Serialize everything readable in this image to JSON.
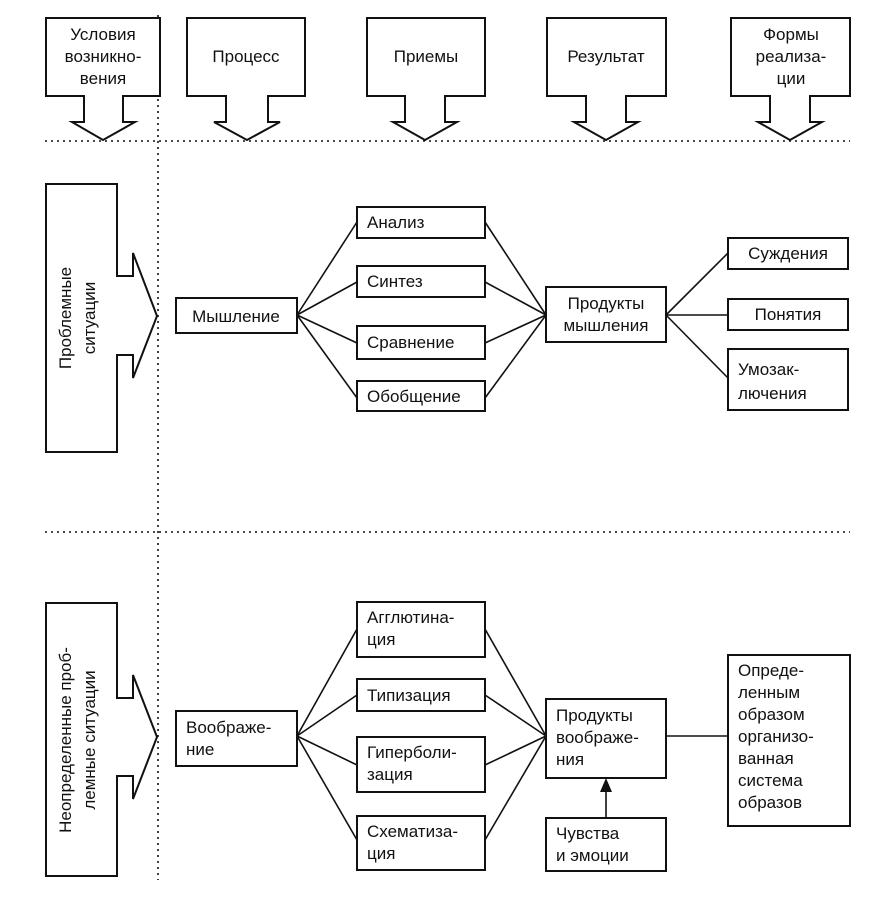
{
  "headers": {
    "conditions": [
      "Условия",
      "возникно-",
      "вения"
    ],
    "process": [
      "Процесс"
    ],
    "techniques": [
      "Приемы"
    ],
    "result": [
      "Результат"
    ],
    "forms": [
      "Формы",
      "реализа-",
      "ции"
    ]
  },
  "thinking": {
    "condition": [
      "Проблемные",
      "ситуации"
    ],
    "process": [
      "Мышление"
    ],
    "techniques": [
      [
        "Анализ"
      ],
      [
        "Синтез"
      ],
      [
        "Сравнение"
      ],
      [
        "Обобщение"
      ]
    ],
    "result": [
      "Продукты",
      "мышления"
    ],
    "forms": [
      [
        "Суждения"
      ],
      [
        "Понятия"
      ],
      [
        "Умозак-",
        "лючения"
      ]
    ]
  },
  "imagination": {
    "condition": [
      "Неопределенные проб-",
      "лемные ситуации"
    ],
    "process": [
      "Воображе-",
      "ние"
    ],
    "techniques": [
      [
        "Агглютина-",
        "ция"
      ],
      [
        "Типизация"
      ],
      [
        "Гиперболи-",
        "зация"
      ],
      [
        "Схематиза-",
        "ция"
      ]
    ],
    "result": [
      "Продукты",
      "воображе-",
      "ния"
    ],
    "feelings": [
      "Чувства",
      "и эмоции"
    ],
    "forms": [
      "Опреде-",
      "ленным",
      "образом",
      "организо-",
      "ванная",
      "система",
      "образов"
    ]
  }
}
